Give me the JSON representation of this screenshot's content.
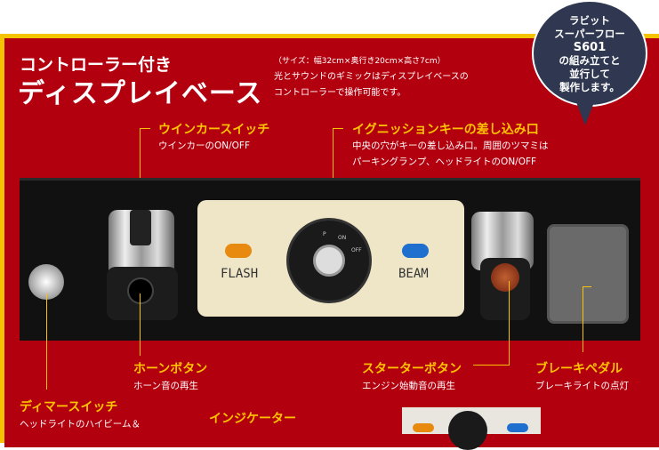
{
  "header": {
    "title_line1": "コントローラー付き",
    "title_line2": "ディスプレイベース",
    "size_note": "（サイズ：幅32cm×奥行き20cm×高さ7cm）",
    "description_line1": "光とサウンドのギミックはディスプレイベースの",
    "description_line2": "コントローラーで操作可能です。"
  },
  "bubble": {
    "lines": [
      "ラビット",
      "スーパーフロー",
      "S601",
      "の組み立てと",
      "並行して",
      "製作します。"
    ]
  },
  "plate": {
    "flash": "FLASH",
    "beam": "BEAM",
    "key_labels": [
      "P",
      "ON",
      "OFF"
    ]
  },
  "callouts": {
    "winker": {
      "label": "ウインカースイッチ",
      "desc": "ウインカーのON/OFF"
    },
    "ignition": {
      "label": "イグニッションキーの差し込み口",
      "desc1": "中央の穴がキーの差し込み口。周囲のツマミは",
      "desc2": "パーキングランプ、ヘッドライトのON/OFF"
    },
    "horn": {
      "label": "ホーンボタン",
      "desc": "ホーン音の再生"
    },
    "starter": {
      "label": "スターターボタン",
      "desc": "エンジン始動音の再生"
    },
    "brake": {
      "label": "ブレーキペダル",
      "desc": "ブレーキライトの点灯"
    },
    "dimmer": {
      "label": "ディマースイッチ",
      "desc": "ヘッドライトのハイビーム＆"
    },
    "indicator": {
      "label": "インジケーター"
    }
  },
  "colors": {
    "red": "#b3000f",
    "yellow": "#ffc400",
    "navy": "#2f3850"
  }
}
